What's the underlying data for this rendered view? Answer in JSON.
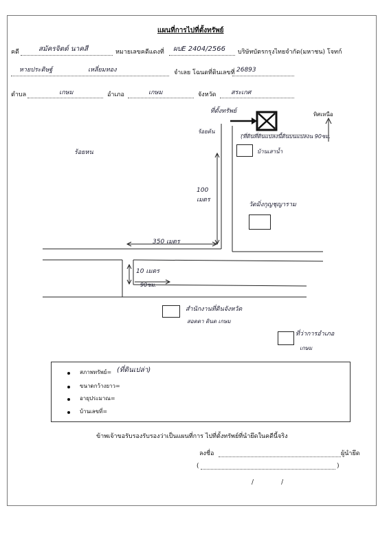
{
  "title": "แผนที่การไปที่ตั้งทรัพย์",
  "header": {
    "debtor_label": "คดี",
    "debtor_name": "สมัครจิตต์ นาคสี",
    "case_label": "หมายเลขคดีแดงที่",
    "case_no": "ผบE 2404/2566",
    "plaintiff": "บริษัทบัตรกรุงไทยจำกัด(มหาชน) โจทก์",
    "defendant": "หายประดิษฐ์",
    "defendant_role": "เหลี่ยมทอง",
    "amphoe_deed_label": "จำเลย โฉนดที่ดินเลขที่",
    "deed_no": "26893",
    "tambon_label": "ตำบล",
    "tambon": "เกษม",
    "amphoe_label": "อำเภอ",
    "amphoe": "เกษม",
    "province_label": "จังหวัด",
    "province": "สระเกศ"
  },
  "map": {
    "property_label": "ที่ตั้งทรัพย์",
    "north_label": "ทิศเหนือ",
    "west_label": "ร้อยหน",
    "side_label": "ร้อยต้น",
    "road_note": "(ที่ดินที่ดินแปลงนี้ดินบนแปลงน 90ซม.",
    "landmark_1": "บ้านเสาน้ำ",
    "distance_vertical": "100 เมตร",
    "temple": "วัดมิ่งกุญชุญาราม",
    "distance_horizontal": "350 เมตร",
    "distance_short": "10 เมตร",
    "distance_small": "90ซม.",
    "office": "สำนักงานที่ดินจังหวัด",
    "office_sub": "สอดดา ดินด เกษม",
    "district_office": "ที่ว่าการอำเภอ",
    "district_sub": "เกษม"
  },
  "info": {
    "condition_label": "สภาพทรัพย์=",
    "condition_value": "(ที่ดินเปล่า)",
    "size_label": "ขนาดกว้างยาว=",
    "age_label": "อายุประมาณ=",
    "house_no_label": "บ้านเลขที่="
  },
  "footer": {
    "certify": "ข้าพเจ้าขอรับรองรับรองว่าเป็นแผนที่การ ไปที่ตั้งทรัพย์ที่นำยึดในคดีนี้จริง",
    "sign_label": "ลงชื่อ",
    "sign_role": "ผู้นำยึด",
    "paren_open": "(",
    "paren_close": ")",
    "date_slashes": "/              /"
  }
}
